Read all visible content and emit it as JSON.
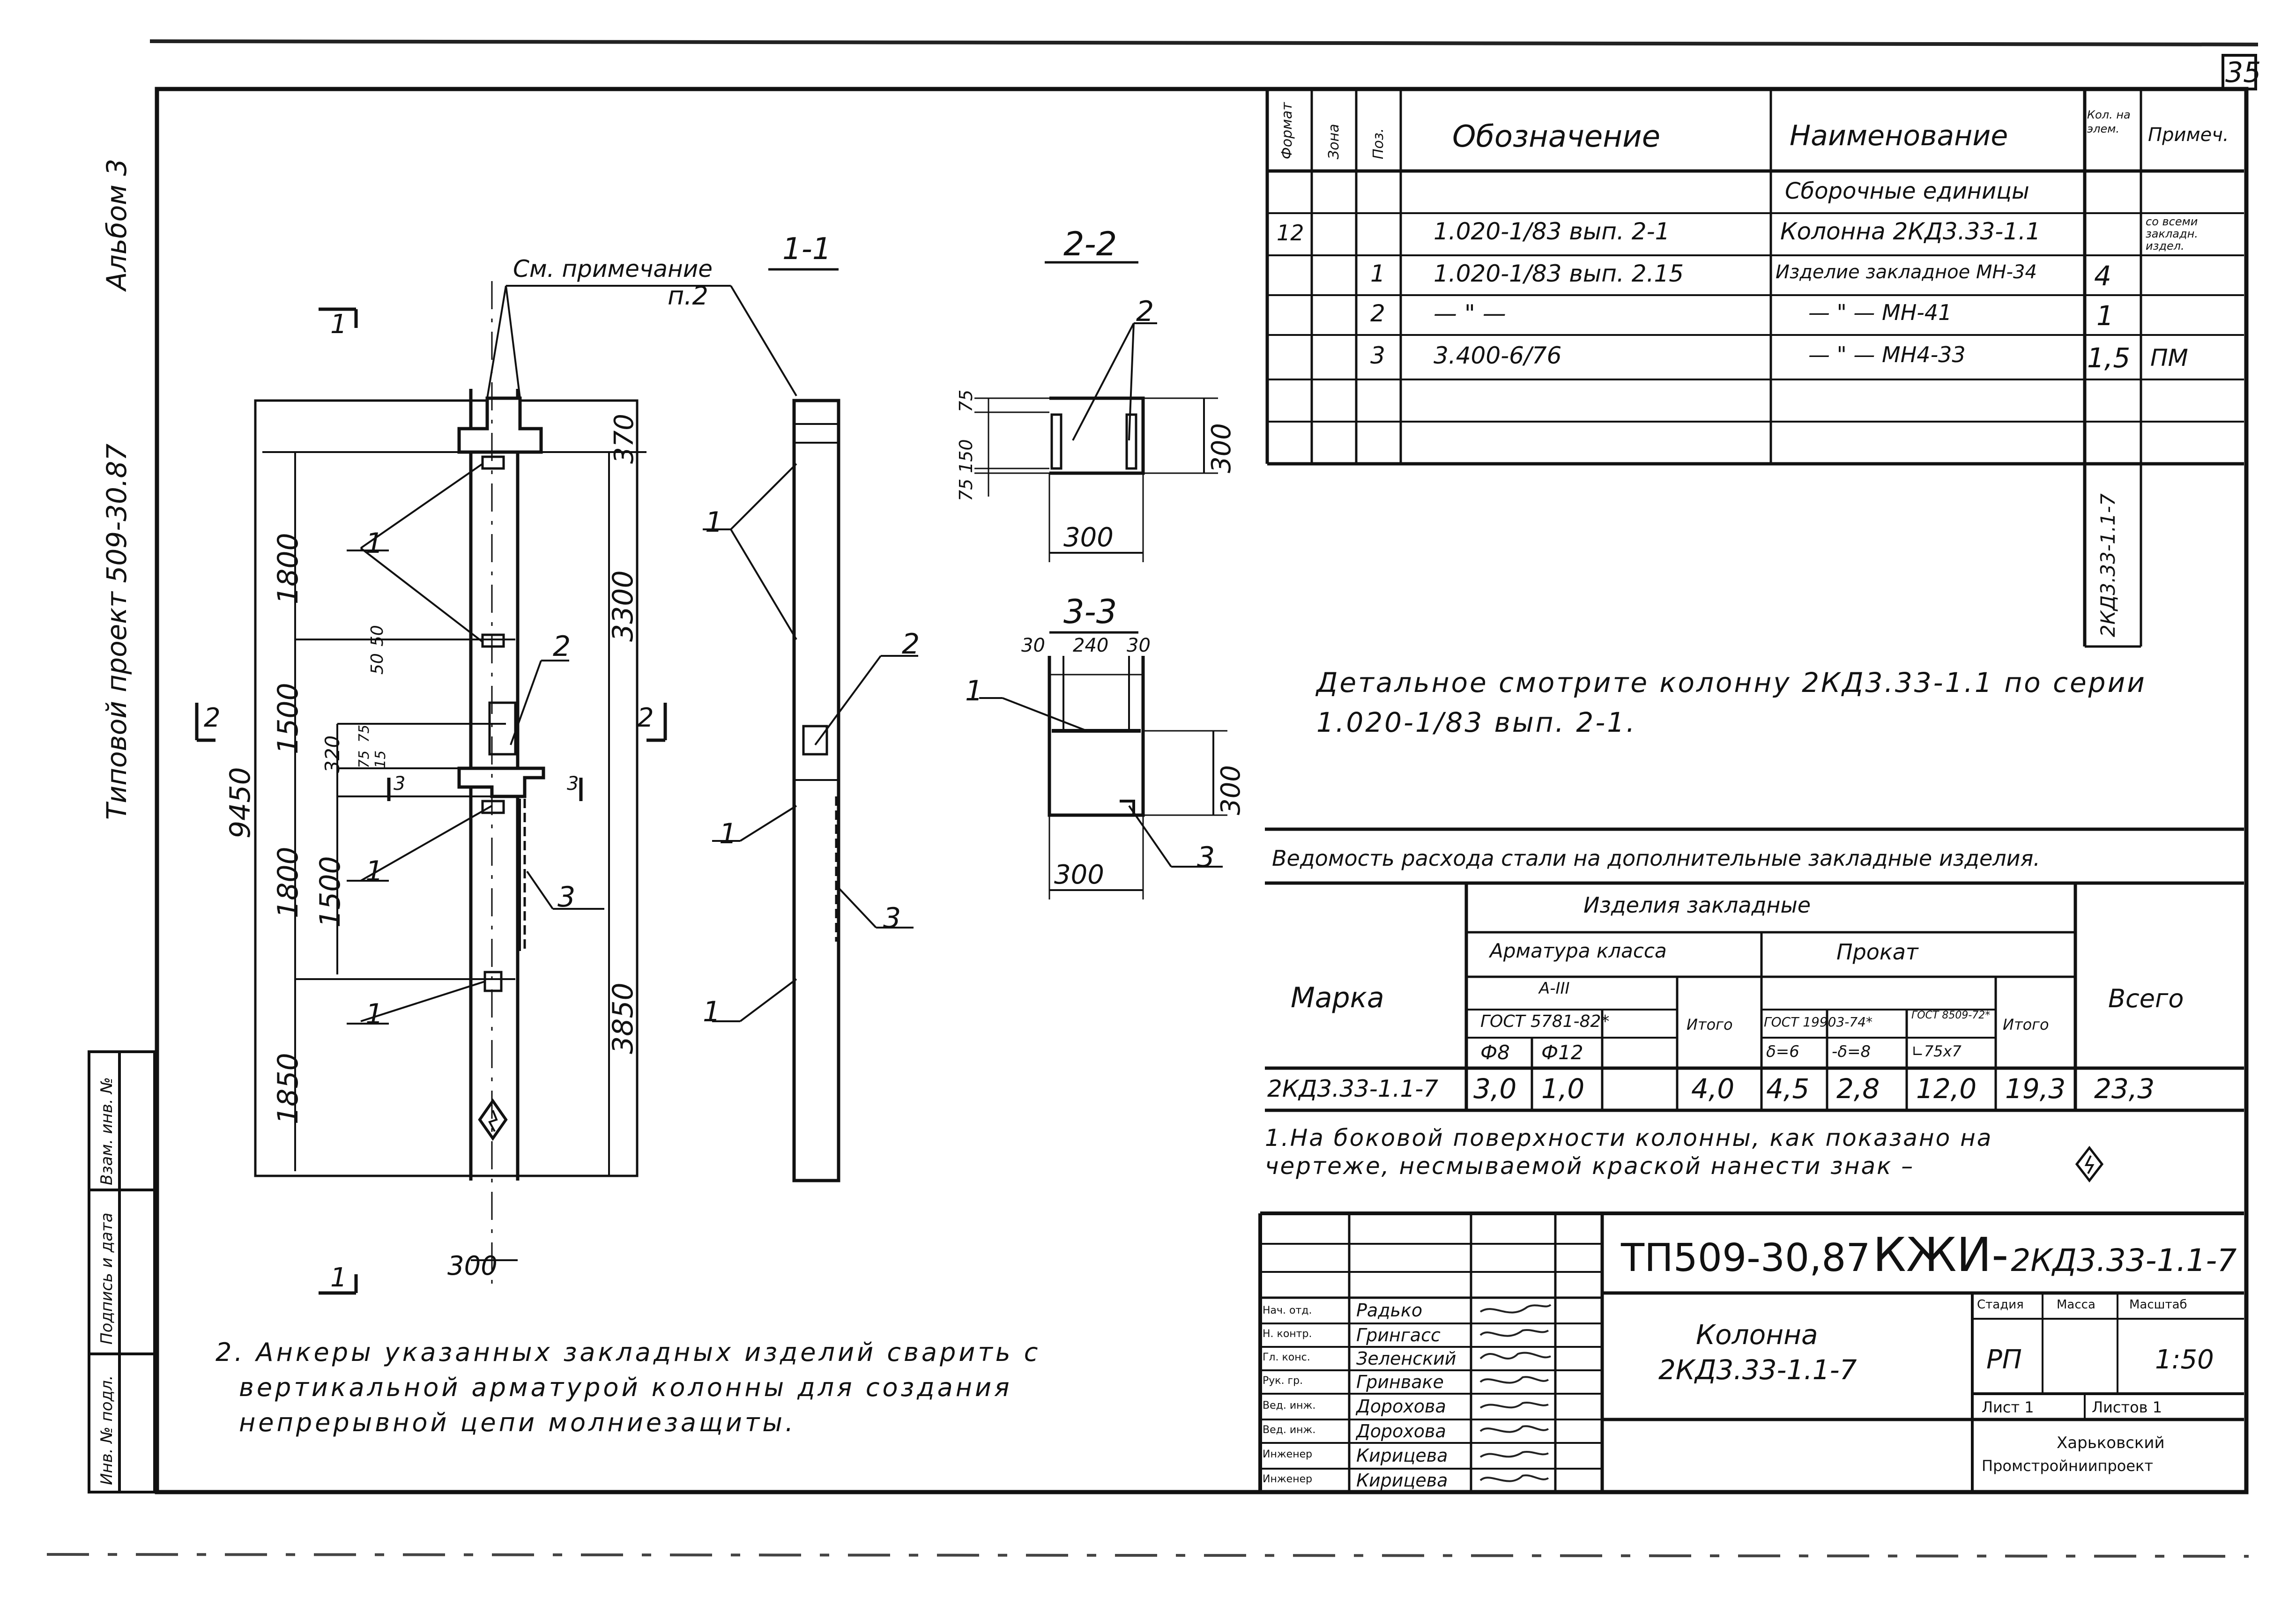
{
  "sheet_number": "35",
  "album": {
    "project_line": "Типовой проект 509-30.87",
    "album_label": "Альбом 3"
  },
  "side_stamp": {
    "col1": "Инв. № подл.",
    "col2": "Подпись и дата",
    "col3": "Взам. инв. №"
  },
  "spec_table": {
    "headers": [
      "Формат",
      "Зона",
      "Поз.",
      "Обозначение",
      "Наименование",
      "Кол. на элем.",
      "Примеч."
    ],
    "section": "Сборочные единицы",
    "rows": [
      {
        "format": "12",
        "zone": "",
        "pos": "",
        "designation": "1.020-1/83  вып. 2-1",
        "name": "Колонна  2КД3.33-1.1",
        "qty": "",
        "note": "со всеми закладн. издел."
      },
      {
        "format": "",
        "zone": "",
        "pos": "1",
        "designation": "1.020-1/83  вып. 2.15",
        "name": "Изделие закладное МН-34",
        "qty": "4",
        "note": ""
      },
      {
        "format": "",
        "zone": "",
        "pos": "2",
        "designation": "— \" —",
        "name": "— \" —   МН-41",
        "qty": "1",
        "note": ""
      },
      {
        "format": "",
        "zone": "",
        "pos": "3",
        "designation": "3.400-6/76",
        "name": "— \" —   МН4-33",
        "qty": "1,5",
        "note": "ПМ"
      }
    ],
    "vertical_mark": "2КД3.33-1.1-7"
  },
  "detail_note": "Детальное смотрите колонну 2КД3.33-1.1 по серии 1.020-1/83 вып. 2-1.",
  "steel_table": {
    "title": "Ведомость расхода стали на дополнительные закладные изделия.",
    "col_mark": "Марка",
    "group": "Изделия закладные",
    "sub_rebar": "Арматура класса",
    "rebar_class": "A-III",
    "gost_rebar": "ГОСТ 5781-82*",
    "d8": "Ф8",
    "d12": "Ф12",
    "itogo1": "Итого",
    "sub_rolled": "Прокат",
    "gost_plate": "ГОСТ 19903-74*",
    "gost_angle": "ГОСТ 8509-72*",
    "t6": "δ=6",
    "t8": "-δ=8",
    "angle": "∟75x7",
    "itogo2": "Итого",
    "total": "Всего",
    "row": {
      "mark": "2КД3.33-1.1-7",
      "d8": "3,0",
      "d12": "1,0",
      "sum1": "4,0",
      "t6": "4,5",
      "t8": "2,8",
      "angle": "12,0",
      "sum2": "19,3",
      "total": "23,3"
    }
  },
  "note1": {
    "line1": "1.На боковой поверхности колонны, как показано на",
    "line2": "чертеже, несмываемой краской нанести знак –"
  },
  "note2": {
    "line1": "2. Анкеры указанных закладных изделий сварить с",
    "line2": "вертикальной арматурой колонны для создания",
    "line3": "непрерывной цепи молниезащиты."
  },
  "drawing": {
    "see_note": "См. примечание",
    "see_note_p": "п.2",
    "section_11": "1-1",
    "section_22": "2-2",
    "section_33": "3-3",
    "dim_9450": "9450",
    "dim_1800a": "1800",
    "dim_1500a": "1500",
    "dim_1800b": "1800",
    "dim_1500b": "1500",
    "dim_1850": "1850",
    "dim_3300": "3300",
    "dim_3850": "3850",
    "dim_370": "370",
    "dim_300_bottom": "300",
    "dim_50": "50",
    "dim_50b": "50",
    "dim_320": "320",
    "dim_75": "75",
    "dim_75b": "75",
    "dim_15": "15",
    "s22_75": "75",
    "s22_150": "150",
    "s22_75b": "75",
    "s22_300w": "300",
    "s22_300h": "300",
    "s33_30": "30",
    "s33_240": "240",
    "s33_30b": "30",
    "s33_300w": "300",
    "s33_300h": "300",
    "lbl_1": "1",
    "lbl_2": "2",
    "lbl_3": "3",
    "cut_1": "1",
    "cut_2": "2",
    "cut_3": "3"
  },
  "title_block": {
    "code": "ТП509-30,87 КЖИ- 2КД3.33-1.1-7",
    "code_main": "ТП509-30,87",
    "code_kzhi": "КЖИ-",
    "code_mark": "2КД3.33-1.1-7",
    "name_line1": "Колонна",
    "name_line2": "2КД3.33-1.1-7",
    "stage_label": "Стадия",
    "mass_label": "Масса",
    "scale_label": "Масштаб",
    "stage": "РП",
    "mass": "",
    "scale": "1:50",
    "sheet_label": "Лист 1",
    "sheets_label": "Листов 1",
    "org_line1": "Харьковский",
    "org_line2": "Промстройниипроект",
    "people": [
      {
        "role": "Нач. отд.",
        "name": "Радько"
      },
      {
        "role": "Н. контр.",
        "name": "Грингасс"
      },
      {
        "role": "Гл. конс.",
        "name": "Зеленский"
      },
      {
        "role": "Рук. гр.",
        "name": "Гринваке"
      },
      {
        "role": "Вед. инж.",
        "name": "Дорохова"
      },
      {
        "role": "Вед. инж.",
        "name": "Дорохова"
      },
      {
        "role": "Инженер",
        "name": "Кирицева"
      },
      {
        "role": "Инженер",
        "name": "Кирицева"
      }
    ]
  }
}
